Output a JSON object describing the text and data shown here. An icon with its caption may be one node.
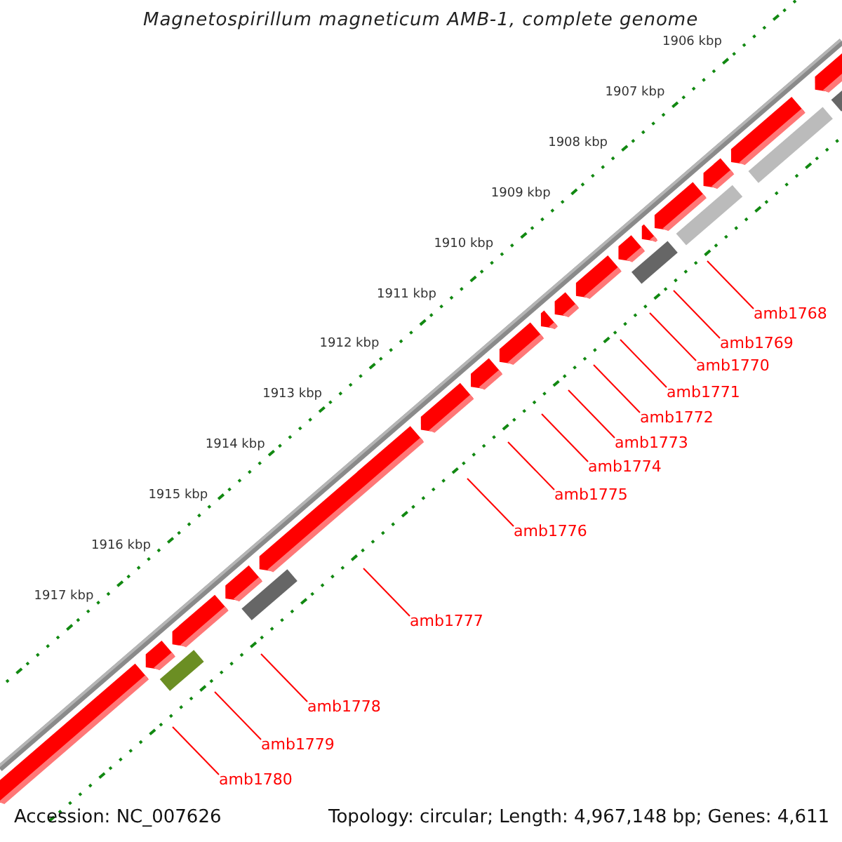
{
  "diagram": {
    "title": "Magnetospirillum magneticum AMB-1, complete genome",
    "nodes": [
      {
        "text": [
          "amb1768"
        ]
      },
      {
        "text": [
          "amb1769"
        ]
      },
      {
        "text": [
          "amb1770"
        ]
      },
      {
        "text": [
          "amb1771"
        ]
      },
      {
        "text": [
          "amb1772"
        ]
      },
      {
        "text": [
          "amb1773"
        ]
      },
      {
        "text": [
          "amb1774"
        ]
      },
      {
        "text": [
          "amb1775"
        ]
      },
      {
        "text": [
          "amb1776"
        ]
      },
      {
        "text": [
          "amb1777"
        ]
      },
      {
        "text": [
          "amb1778"
        ]
      },
      {
        "text": [
          "amb1779"
        ]
      },
      {
        "text": [
          "amb1780"
        ]
      }
    ],
    "edges": [
      {
        "from": 0,
        "to": null,
        "arrow": "none"
      },
      {
        "from": 1,
        "to": null,
        "arrow": "none"
      },
      {
        "from": 2,
        "to": null,
        "arrow": "none"
      },
      {
        "from": 3,
        "to": null,
        "arrow": "none"
      },
      {
        "from": 4,
        "to": null,
        "arrow": "none"
      },
      {
        "from": 5,
        "to": null,
        "arrow": "none"
      },
      {
        "from": 6,
        "to": null,
        "arrow": "none"
      },
      {
        "from": 7,
        "to": null,
        "arrow": "none"
      },
      {
        "from": 8,
        "to": null,
        "arrow": "none"
      },
      {
        "from": 9,
        "to": null,
        "arrow": "none"
      },
      {
        "from": 10,
        "to": null,
        "arrow": "none"
      },
      {
        "from": 11,
        "to": null,
        "arrow": "none"
      },
      {
        "from": 12,
        "to": null,
        "arrow": "none"
      }
    ],
    "labels": [
      "1906 kbp",
      "1907 kbp",
      "1908 kbp",
      "1909 kbp",
      "1910 kbp",
      "1911 kbp",
      "1912 kbp",
      "1913 kbp",
      "1914 kbp",
      "1915 kbp",
      "1916 kbp",
      "1917 kbp",
      "Accession: NC_007626",
      "Topology: circular; Length: 4,967,148 bp; Genes: 4,611"
    ]
  }
}
